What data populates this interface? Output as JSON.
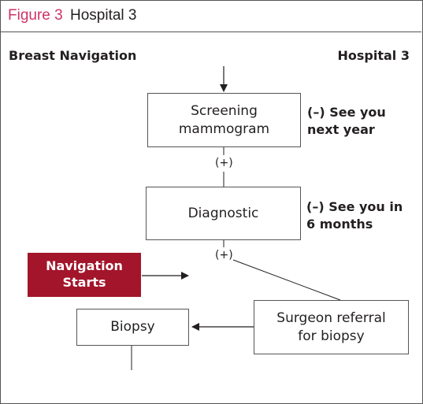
{
  "figure": {
    "number": "Figure 3",
    "title": "Hospital 3"
  },
  "diagram": {
    "left_title": "Breast Navigation",
    "right_title": "Hospital 3",
    "nodes": {
      "screening": "Screening\nmammogram",
      "diagnostic": "Diagnostic",
      "surgeon_referral": "Surgeon referral\nfor biopsy",
      "biopsy": "Biopsy",
      "navigation": "Navigation\nStarts"
    },
    "notes": {
      "screening_negative": "(–) See you\nnext year",
      "diagnostic_negative": "(–) See you in\n6 months"
    },
    "conditions": {
      "screening_positive": "(+)",
      "diagnostic_positive": "(+)"
    },
    "colors": {
      "figure_number": "#cc3366",
      "navigation_box": "#a3152a"
    }
  }
}
